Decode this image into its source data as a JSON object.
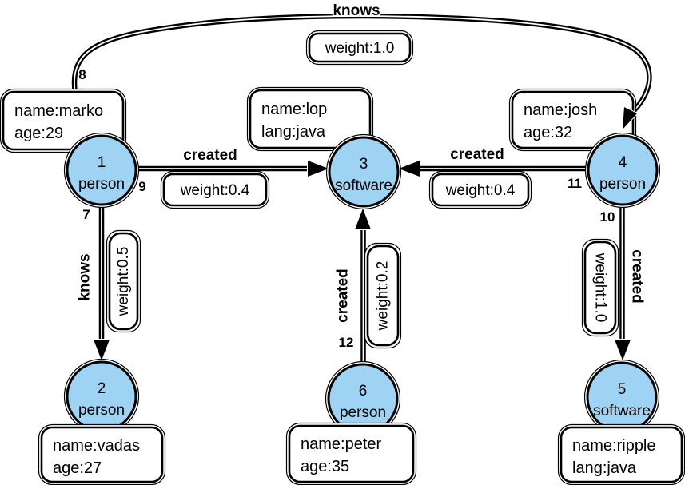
{
  "nodes": [
    {
      "id": "1",
      "label": "person",
      "props": [
        "name:marko",
        "age:29"
      ]
    },
    {
      "id": "2",
      "label": "person",
      "props": [
        "name:vadas",
        "age:27"
      ]
    },
    {
      "id": "3",
      "label": "software",
      "props": [
        "name:lop",
        "lang:java"
      ]
    },
    {
      "id": "4",
      "label": "person",
      "props": [
        "name:josh",
        "age:32"
      ]
    },
    {
      "id": "5",
      "label": "software",
      "props": [
        "name:ripple",
        "lang:java"
      ]
    },
    {
      "id": "6",
      "label": "person",
      "props": [
        "name:peter",
        "age:35"
      ]
    }
  ],
  "edges": [
    {
      "id": "7",
      "label": "knows",
      "weight_label": "weight:0.5",
      "source": "1",
      "target": "2"
    },
    {
      "id": "8",
      "label": "knows",
      "weight_label": "weight:1.0",
      "source": "1",
      "target": "4"
    },
    {
      "id": "9",
      "label": "created",
      "weight_label": "weight:0.4",
      "source": "1",
      "target": "3"
    },
    {
      "id": "10",
      "label": "created",
      "weight_label": "weight:1.0",
      "source": "4",
      "target": "5"
    },
    {
      "id": "11",
      "label": "created",
      "weight_label": "weight:0.4",
      "source": "4",
      "target": "3"
    },
    {
      "id": "12",
      "label": "created",
      "weight_label": "weight:0.2",
      "source": "6",
      "target": "3"
    }
  ],
  "colors": {
    "node_fill": "#9FD3F3",
    "line": "#000000",
    "box_fill": "#FFFFFF",
    "halo": "#FFFFFF"
  }
}
